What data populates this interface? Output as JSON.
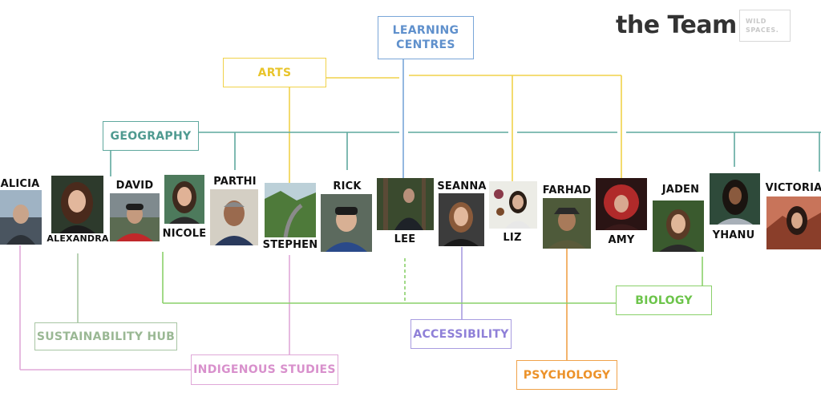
{
  "header": {
    "title": "the Team",
    "logo_line1": "WILD",
    "logo_line2": "SPACES."
  },
  "colors": {
    "learning": "#7aa6d8",
    "arts": "#f0d24a",
    "geography": "#5fa89e",
    "sustainability": "#a8c6a4",
    "indigenous": "#e0a8d8",
    "accessibility": "#a89ce0",
    "psychology": "#f0a24a",
    "biology": "#8ad06a"
  },
  "departments": {
    "learning_line1": "LEARNING",
    "learning_line2": "CENTRES",
    "arts": "ARTS",
    "geography": "GEOGRAPHY",
    "sustainability": "SUSTAINABILITY HUB",
    "indigenous": "INDIGENOUS STUDIES",
    "accessibility": "ACCESSIBILITY",
    "psychology": "PSYCHOLOGY",
    "biology": "BIOLOGY"
  },
  "people": {
    "alicia": "ALICIA",
    "alexandra": "ALEXANDRA",
    "david": "DAVID",
    "nicole": "NICOLE",
    "parthi": "PARTHI",
    "stephen": "STEPHEN",
    "rick": "RICK",
    "lee": "LEE",
    "seanna": "SEANNA",
    "liz": "LIZ",
    "farhad": "FARHAD",
    "amy": "AMY",
    "jaden": "JADEN",
    "yhanu": "YHANU",
    "victoria": "VICTORIA"
  }
}
